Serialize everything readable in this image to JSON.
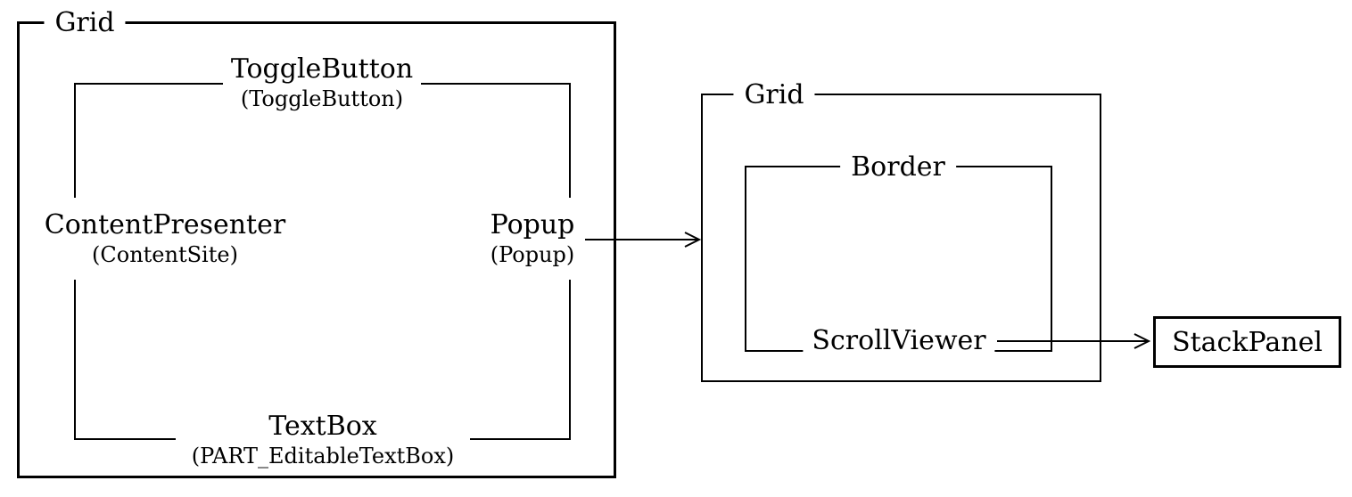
{
  "diagram": {
    "left_grid": {
      "label": "Grid"
    },
    "toggle_button": {
      "name": "ToggleButton",
      "part": "(ToggleButton)"
    },
    "content_presenter": {
      "name": "ContentPresenter",
      "part": "(ContentSite)"
    },
    "popup": {
      "name": "Popup",
      "part": "(Popup)"
    },
    "textbox": {
      "name": "TextBox",
      "part": "(PART_EditableTextBox)"
    },
    "right_grid": {
      "label": "Grid"
    },
    "border_node": {
      "label": "Border"
    },
    "scroll_viewer": {
      "label": "ScrollViewer"
    },
    "stack_panel": {
      "label": "StackPanel"
    },
    "colors": {
      "line": "#000000",
      "background": "#ffffff",
      "text": "#000000"
    }
  }
}
